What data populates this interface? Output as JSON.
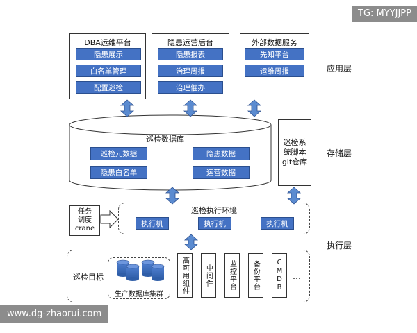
{
  "watermark_top": "TG: MYYJJPP",
  "watermark_bottom": "www.dg-zhaorui.com",
  "layers": {
    "app": "应用层",
    "storage": "存储层",
    "exec": "执行层"
  },
  "app_panels": [
    {
      "title": "DBA运维平台",
      "items": [
        "隐患展示",
        "白名单管理",
        "配置巡检"
      ]
    },
    {
      "title": "隐患运营后台",
      "items": [
        "隐患报表",
        "治理周报",
        "治理催办"
      ]
    },
    {
      "title": "外部数据服务",
      "items": [
        "先知平台",
        "运维周报"
      ]
    }
  ],
  "database": {
    "title": "巡检数据库",
    "items": [
      "巡检元数据",
      "隐患数据",
      "隐患白名单",
      "运营数据"
    ]
  },
  "git_repo": {
    "label": "巡检系\n统脚本\ngit仓库"
  },
  "scheduler": {
    "label": "任务\n调度\ncrane"
  },
  "exec_env": {
    "title": "巡检执行环境",
    "executors": [
      "执行机",
      "执行机",
      "执行机"
    ]
  },
  "targets": {
    "label": "巡检目标",
    "cluster_label": "生产数据库集群",
    "columns": [
      "高可用组件",
      "中间件",
      "监控平台",
      "备份平台",
      "CMDB"
    ],
    "ellipsis": "…"
  },
  "colors": {
    "box_blue": "#4472c4",
    "arrow_blue": "#5b8bd0",
    "divider": "#5b8bd0"
  }
}
